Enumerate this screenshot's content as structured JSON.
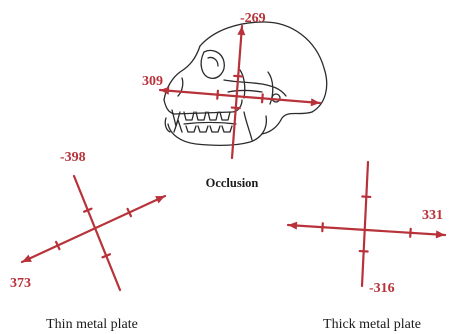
{
  "colors": {
    "strain_arrow": "#b8323a",
    "outline": "#2b2b2b",
    "caption": "#1a1a1a"
  },
  "panels": {
    "occlusion": {
      "caption": "Occlusion",
      "value_vertical": "-269",
      "value_horizontal": "309",
      "icon": "primate-skull-lateral-view"
    },
    "thin_plate": {
      "caption": "Thin metal plate",
      "value_a": "-398",
      "value_b": "373"
    },
    "thick_plate": {
      "caption": "Thick metal plate",
      "value_a": "331",
      "value_b": "-316"
    }
  }
}
